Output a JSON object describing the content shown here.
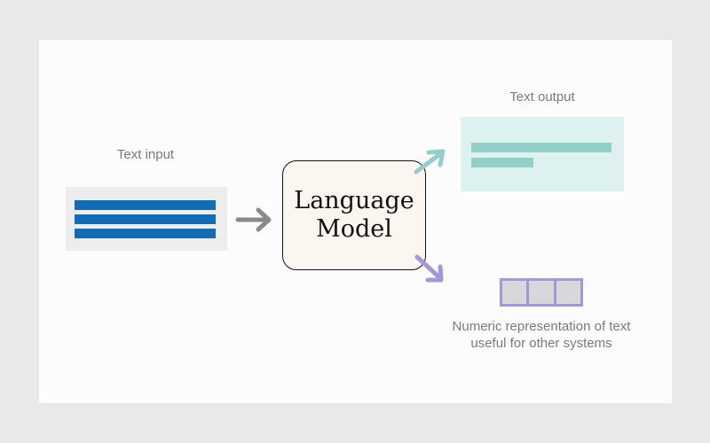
{
  "input": {
    "label": "Text input"
  },
  "model": {
    "line1": "Language",
    "line2": "Model"
  },
  "output": {
    "label": "Text output"
  },
  "embedding": {
    "line1": "Numeric representation of text",
    "line2": "useful for other systems"
  },
  "colors": {
    "input_lines": "#106db5",
    "output_box": "#dcf1f0",
    "output_lines": "#92cfc8",
    "arrow_in": "#8a8a8a",
    "arrow_text": "#92cfc8",
    "arrow_vector": "#a596da",
    "vector": "#a596da"
  }
}
